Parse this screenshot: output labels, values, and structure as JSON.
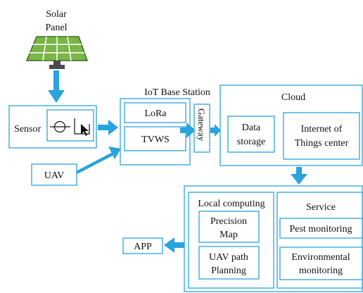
{
  "solar_panel": {
    "line1": "Solar",
    "line2": "Panel"
  },
  "sensor": {
    "label": "Sensor"
  },
  "uav": {
    "label": "UAV"
  },
  "iot_base_station": {
    "title": "IoT Base Station",
    "lora": "LoRa",
    "tvws": "TVWS"
  },
  "gateway": {
    "label": "Gateway"
  },
  "cloud": {
    "title": "Cloud",
    "data_storage_line1": "Data",
    "data_storage_line2": "storage",
    "iot_center_line1": "Internet of",
    "iot_center_line2": "Things center"
  },
  "local_computing": {
    "title": "Local computing",
    "precision_map_line1": "Precision",
    "precision_map_line2": "Map",
    "uav_path_line1": "UAV path",
    "uav_path_line2": "Planning"
  },
  "service": {
    "title": "Service",
    "pest": "Pest monitoring",
    "env_line1": "Environmental",
    "env_line2": "monitoring"
  },
  "app": {
    "label": "APP"
  },
  "colors": {
    "accent": "#2aa3de",
    "panel_green": "#7ab648",
    "panel_dark": "#3d6b1e",
    "post": "#4a4a4a"
  }
}
